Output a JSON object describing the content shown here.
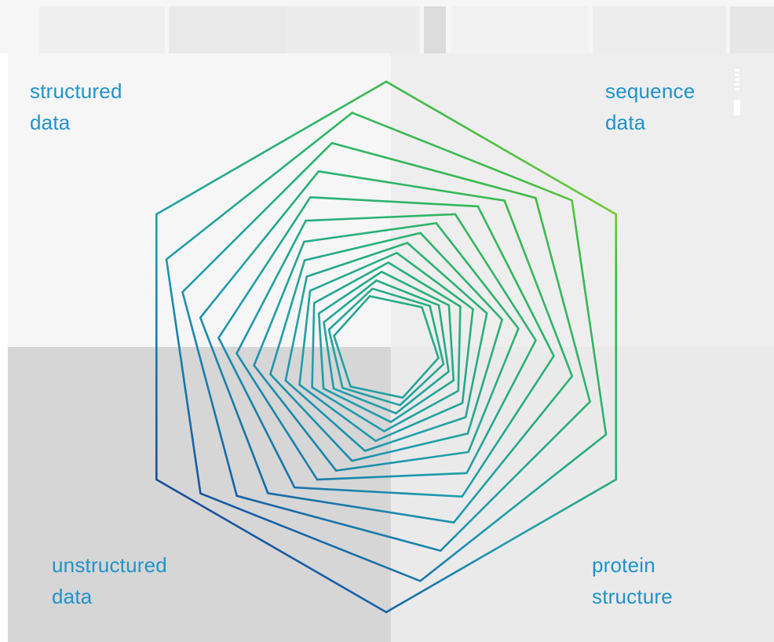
{
  "labels": {
    "structured": [
      "structured",
      "data"
    ],
    "sequence": [
      "sequence",
      "data"
    ],
    "unstructured": [
      "unstructured",
      "data"
    ],
    "protein": [
      "protein",
      "structure"
    ]
  },
  "colors": {
    "label_text": "#1f93c9",
    "gradient": [
      "#2c1d7e",
      "#1560a6",
      "#1f9bb0",
      "#27b07a",
      "#3fbc44",
      "#dfe817"
    ],
    "quadrant_tl": "#f6f6f6",
    "quadrant_tr": "#efeeef",
    "quadrant_bl": "#d6d6d6",
    "quadrant_br": "#ebeaeb"
  },
  "spiral": {
    "shape": "hexagon",
    "rings": 15,
    "twist_direction": "counter-clockwise"
  },
  "icons": [
    "scroll-indicator-icon"
  ]
}
